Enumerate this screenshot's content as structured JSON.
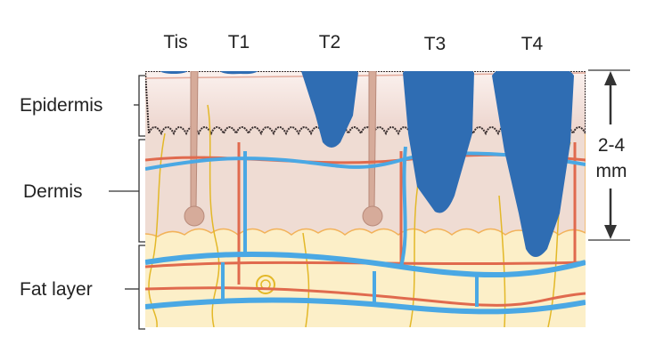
{
  "stages": [
    "Tis",
    "T1",
    "T2",
    "T3",
    "T4"
  ],
  "layers": {
    "epidermis": "Epidermis",
    "dermis": "Dermis",
    "fat": "Fat layer"
  },
  "measure": {
    "line1": "2-4",
    "line2": "mm"
  },
  "colors": {
    "tumor": "#2f6db3",
    "vein": "#4aa8e4",
    "artery": "#e06a4e",
    "nerve": "#e3b828",
    "fat": "#fcefc8",
    "epidermis": "#f6e4df",
    "dermis": "#efdcd3",
    "hair": "#d6ab9a"
  }
}
